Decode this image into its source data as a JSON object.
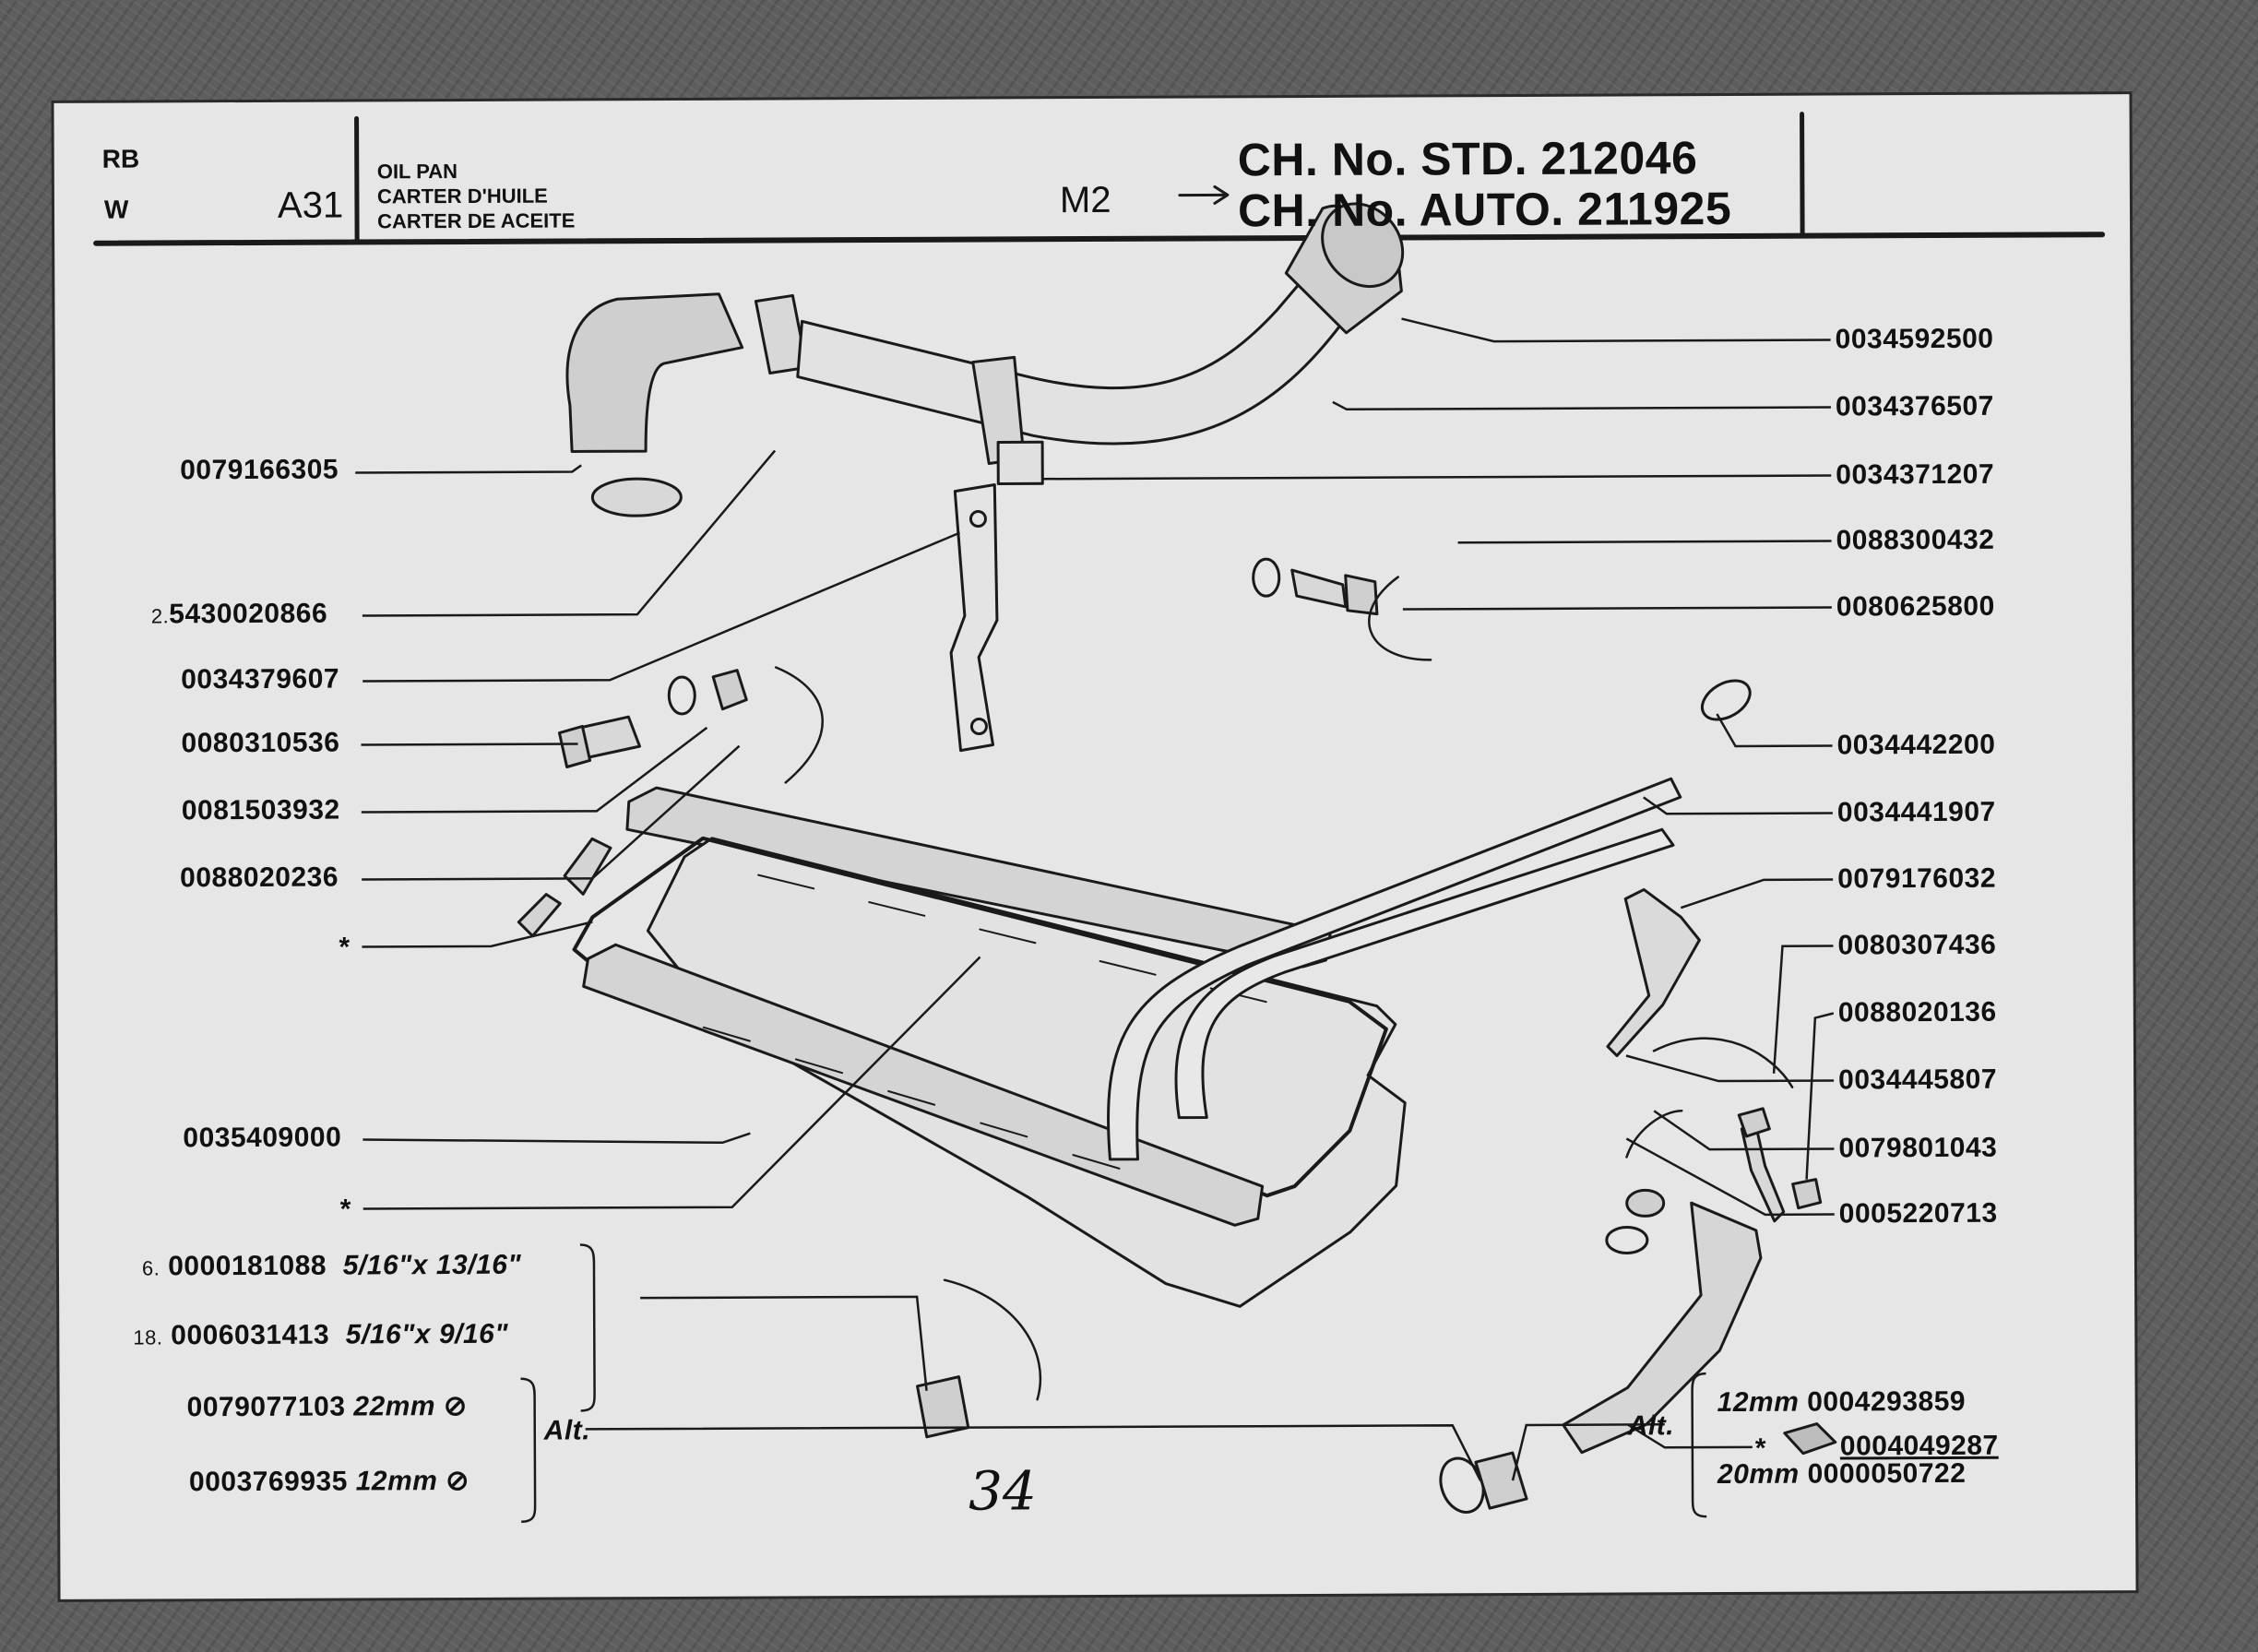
{
  "header": {
    "code_rb": "RB",
    "code_w": "W",
    "section": "A31",
    "title_en": "OIL PAN",
    "title_fr": "CARTER D'HUILE",
    "title_es": "CARTER DE ACEITE",
    "model": "M2",
    "chassis_std": "CH. No.   STD. 212046",
    "chassis_auto": "CH. No. AUTO. 211925"
  },
  "left_parts": [
    {
      "prefix": "",
      "number": "0079166305"
    },
    {
      "prefix": "2.",
      "number": "5430020866"
    },
    {
      "prefix": "",
      "number": "0034379607"
    },
    {
      "prefix": "",
      "number": "0080310536"
    },
    {
      "prefix": "",
      "number": "0081503932"
    },
    {
      "prefix": "",
      "number": "0088020236"
    },
    {
      "prefix": "",
      "number": "*"
    },
    {
      "prefix": "",
      "number": "0035409000"
    },
    {
      "prefix": "",
      "number": "*"
    }
  ],
  "bolt_variants": [
    {
      "prefix": "6.",
      "number": "0000181088",
      "size": "5/16\"x 13/16\""
    },
    {
      "prefix": "18.",
      "number": "0006031413",
      "size": "5/16\"x 9/16\""
    }
  ],
  "plug_alt_left": {
    "label": "Alt.",
    "items": [
      {
        "number": "0079077103",
        "size": "22mm"
      },
      {
        "number": "0003769935",
        "size": "12mm"
      }
    ]
  },
  "right_parts": [
    "0034592500",
    "0034376507",
    "0034371207",
    "0088300432",
    "0080625800",
    "0034442200",
    "0034441907",
    "0079176032",
    "0080307436",
    "0088020136",
    "0034445807",
    "0079801043",
    "0005220713"
  ],
  "right_star_part": {
    "mark": "*",
    "number": "0004049287"
  },
  "plug_alt_right": {
    "label": "Alt.",
    "items": [
      {
        "size": "12mm",
        "number": "0004293859"
      },
      {
        "size": "20mm",
        "number": "0000050722"
      }
    ]
  },
  "page_number": "34"
}
